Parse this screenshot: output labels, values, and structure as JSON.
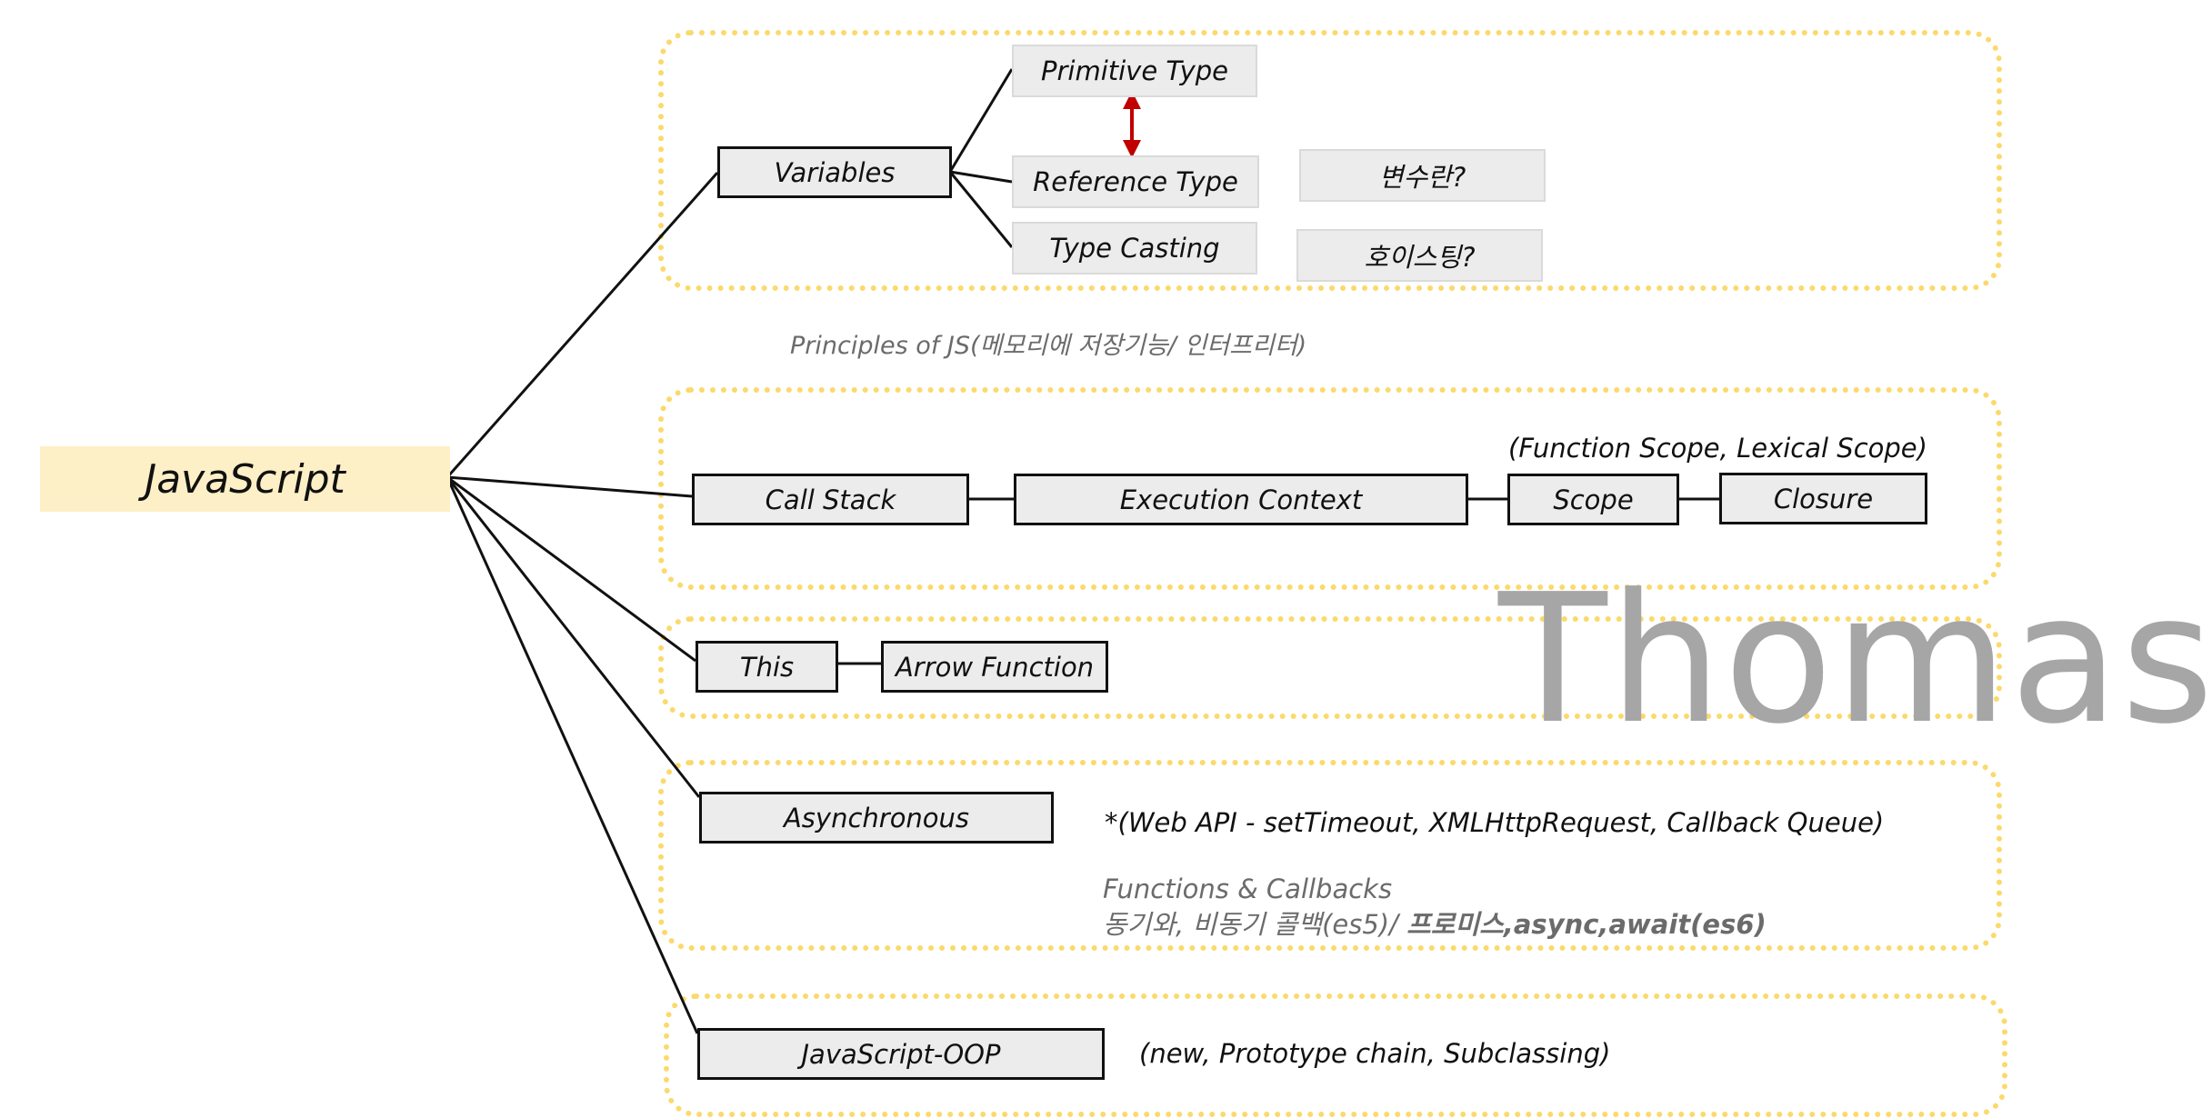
{
  "root": "JavaScript",
  "variables": {
    "label": "Variables",
    "children": [
      "Primitive Type",
      "Reference Type",
      "Type Casting"
    ],
    "questions": [
      "변수란?",
      "호이스팅?"
    ]
  },
  "principles_caption": "Principles of JS(메모리에 저장기능/ 인터프리터)",
  "execution": {
    "nodes": [
      "Call Stack",
      "Execution Context",
      "Scope",
      "Closure"
    ],
    "scope_note": "(Function Scope, Lexical Scope)"
  },
  "this_group": {
    "nodes": [
      "This",
      "Arrow Function"
    ]
  },
  "async": {
    "label": "Asynchronous",
    "note": "*(Web API - setTimeout, XMLHttpRequest, Callback Queue)",
    "functions_title": "Functions & Callbacks",
    "functions_detail_plain": "동기와, 비동기 콜백(es5)/ ",
    "functions_detail_bold": "프로미스,async,await(es6)"
  },
  "oop": {
    "label": "JavaScript-OOP",
    "note": "(new, Prototype chain, Subclassing)"
  },
  "watermark": "Thomas",
  "colors": {
    "group_border": "#fbd96b",
    "root_fill": "#fdefc6",
    "node_fill": "#ececec",
    "arrow": "#c00000",
    "watermark": "#a6a6a6"
  }
}
